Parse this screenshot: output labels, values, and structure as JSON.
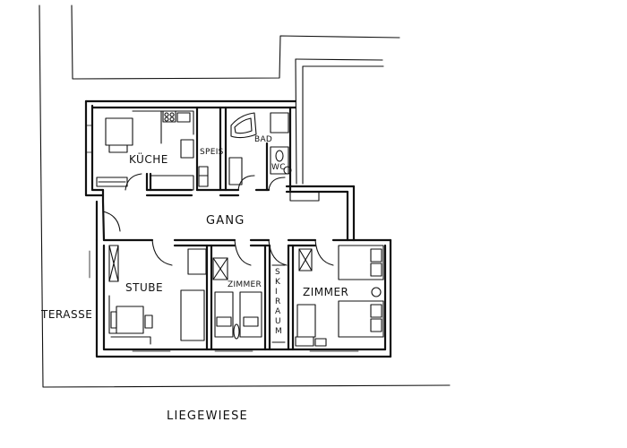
{
  "plan": {
    "rooms": {
      "kueche": "KÜCHE",
      "speis": "SPEIS",
      "bad": "BAD",
      "wc": "WC",
      "gang": "GANG",
      "stube": "STUBE",
      "zimmer_1": "ZIMMER",
      "skiraum": [
        "S",
        "K",
        "I",
        "R",
        "A",
        "U",
        "M"
      ],
      "zimmer_2": "ZIMMER"
    },
    "outside": {
      "terasse": "TERASSE",
      "liegewiese": "LIEGEWIESE"
    }
  }
}
